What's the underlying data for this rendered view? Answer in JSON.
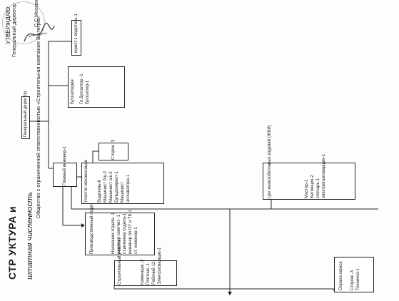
{
  "header": {
    "approve": "УТВЕРЖДАЮ:",
    "director_title": "Генеральный директор",
    "director_name": "С.С.Москвин"
  },
  "title": {
    "main": "СТР УКТУРА и",
    "sub": "штатная численность",
    "company": "Общество с ограниченной ответственностью «Строительная компания Вытегра»"
  },
  "nodes": {
    "general_director": "Генеральный директор",
    "lawyer": "юрист-1 водитель-1",
    "accounting": {
      "title": "Бухгалтерия",
      "items": [
        "Гл.бухгалтер -1",
        "Бухгалтер-1"
      ]
    },
    "chief_engineer": "Главный инженер-1",
    "guard1": "Сторож -3",
    "mechanization": {
      "title": "Участок механизации",
      "items": [
        "Водитель-6",
        "Машинист б/у-2",
        "Машинист а/к-2",
        "Бульдозерист-1",
        "Машинист",
        "экскаватора-1"
      ]
    },
    "production": {
      "title": "Производственный отдел",
      "items": [
        "Начальник отдела -1",
        "инженер-сметчик -1",
        "ст.инженер отдела-1",
        "инженер по ОТ и ТБ-1",
        "ст. инженер-1"
      ]
    },
    "construction": {
      "title": "Строительный участок",
      "items": [
        "Каменщик -2",
        "Плотник -1",
        "Рабочий-12",
        "Электросварщик-1"
      ]
    },
    "concrete_shop": {
      "title": "Цех железобетонных изделий (ЖБИ)",
      "items": [
        "Мастер-1",
        "Бетонщик-2",
        "слесарь-1",
        "электрогазосварщик-1"
      ]
    },
    "security": {
      "title": "Охрана офиса",
      "items": [
        "Сторож -3",
        "Техничка-1"
      ]
    }
  }
}
